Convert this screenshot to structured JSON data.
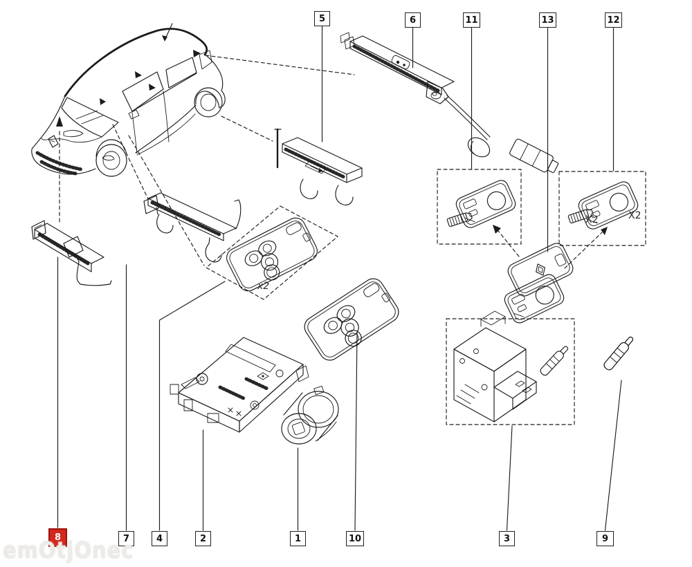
{
  "palette": {
    "background": "#ffffff",
    "line": "#1b1b1b",
    "highlight_red": "#d3281c",
    "highlight_border": "#9c130e",
    "highlight_text": "#ffffff",
    "watermark_color": "#edebe7"
  },
  "watermark": {
    "text": "emOtjOnec"
  },
  "callouts": {
    "top": [
      {
        "id": "5"
      },
      {
        "id": "6"
      },
      {
        "id": "11"
      },
      {
        "id": "13"
      },
      {
        "id": "12"
      }
    ],
    "bottom": [
      {
        "id": "8",
        "highlighted": true
      },
      {
        "id": "7"
      },
      {
        "id": "4"
      },
      {
        "id": "2"
      },
      {
        "id": "1"
      },
      {
        "id": "10"
      },
      {
        "id": "3"
      },
      {
        "id": "9"
      }
    ]
  },
  "quantity_labels": {
    "box4": "x2",
    "box12_clip": "X2",
    "box12_cover": "X2"
  },
  "parts": {
    "vehicle": "renault-zoe-outline",
    "p5": "interior-antenna-module",
    "p6": "roof-antenna-with-cable",
    "p7": "antenna-bracket",
    "p8": "antenna-bracket-with-lever",
    "p4": "key-card-set",
    "p10": "key-card",
    "p2": "key-card-reader-module",
    "p1": "ignition-barrel",
    "p3": "ignition-switch-kit",
    "p9": "emergency-key-pin",
    "p11": "key-card-cover-kit",
    "p12": "key-card-cover-kit",
    "p13": "key-card-cover"
  }
}
